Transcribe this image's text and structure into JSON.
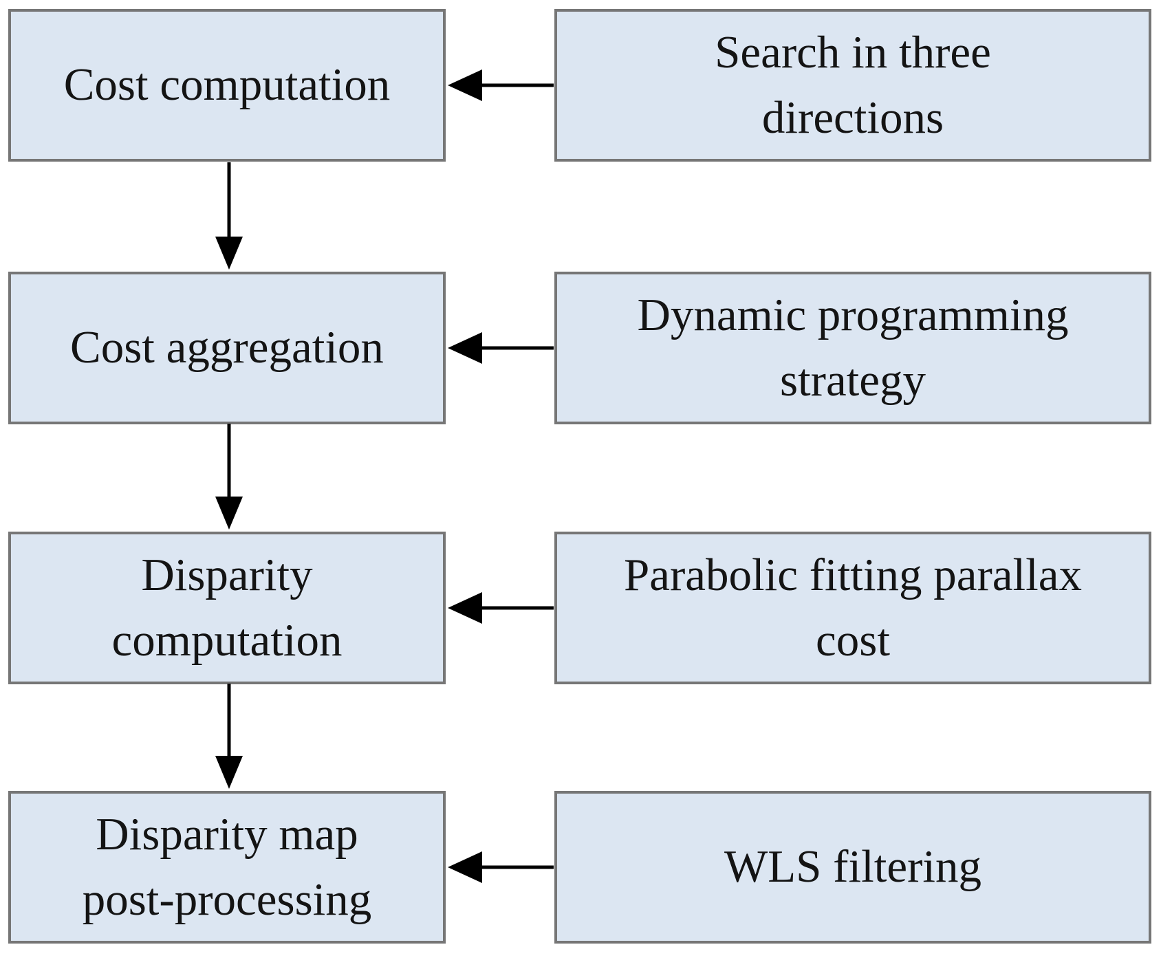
{
  "diagram": {
    "description": "Stereo matching pipeline flowchart",
    "rows": [
      {
        "step": {
          "label": "Cost computation"
        },
        "method": {
          "label": "Search in three\ndirections"
        }
      },
      {
        "step": {
          "label": "Cost aggregation"
        },
        "method": {
          "label": "Dynamic programming\nstrategy"
        }
      },
      {
        "step": {
          "label": "Disparity\ncomputation"
        },
        "method": {
          "label": "Parabolic fitting parallax\ncost"
        }
      },
      {
        "step": {
          "label": "Disparity map\npost-processing"
        },
        "method": {
          "label": "WLS filtering"
        }
      }
    ],
    "colors": {
      "box_fill": "#dce6f2",
      "box_border": "#767676",
      "arrow": "#000000",
      "text": "#141414",
      "background": "#ffffff"
    }
  }
}
